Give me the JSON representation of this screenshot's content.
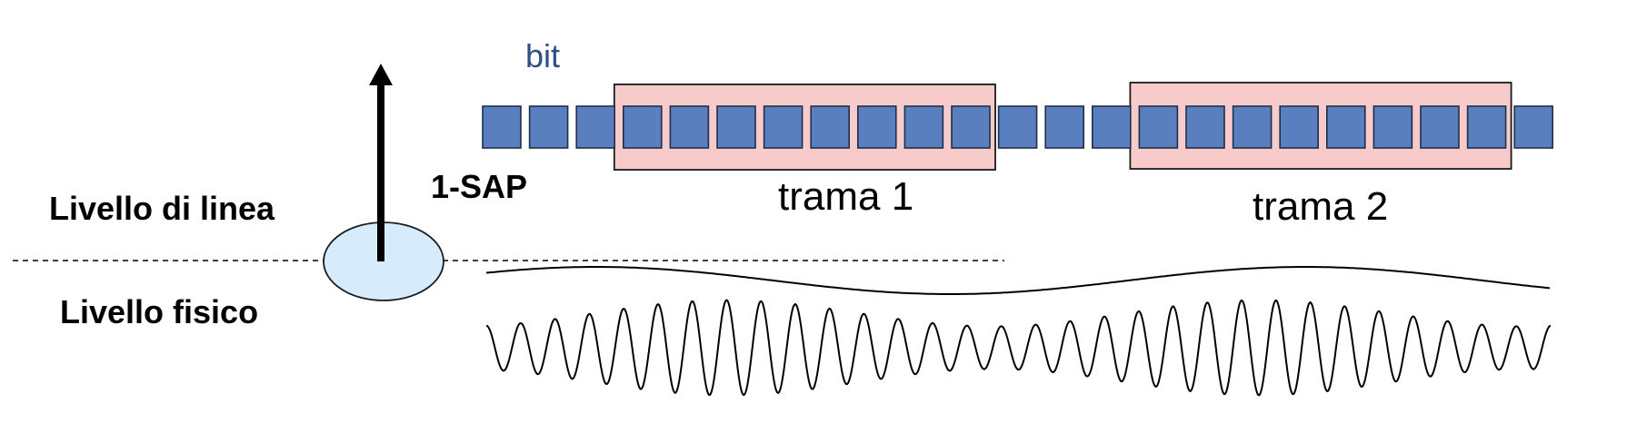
{
  "labels": {
    "bit": "bit",
    "sap": "1-SAP",
    "data_link_layer": "Livello di linea",
    "physical_layer": "Livello fisico",
    "frames": [
      "trama 1",
      "trama 2"
    ]
  },
  "bits": {
    "count": 23
  },
  "frames": [
    {
      "label": "trama 1",
      "first_bit": 3,
      "last_bit": 10
    },
    {
      "label": "trama 2",
      "first_bit": 14,
      "last_bit": 21
    }
  ],
  "colors": {
    "bit_fill": "#5a7fbf",
    "bit_stroke": "#1f2f4a",
    "frame_fill": "#f8cbcb",
    "sap_fill": "#d6ebfb",
    "bit_text": "#2f4f86"
  },
  "signals": {
    "modulating": "slow-wave",
    "carrier": "amplitude-modulated-sine"
  }
}
